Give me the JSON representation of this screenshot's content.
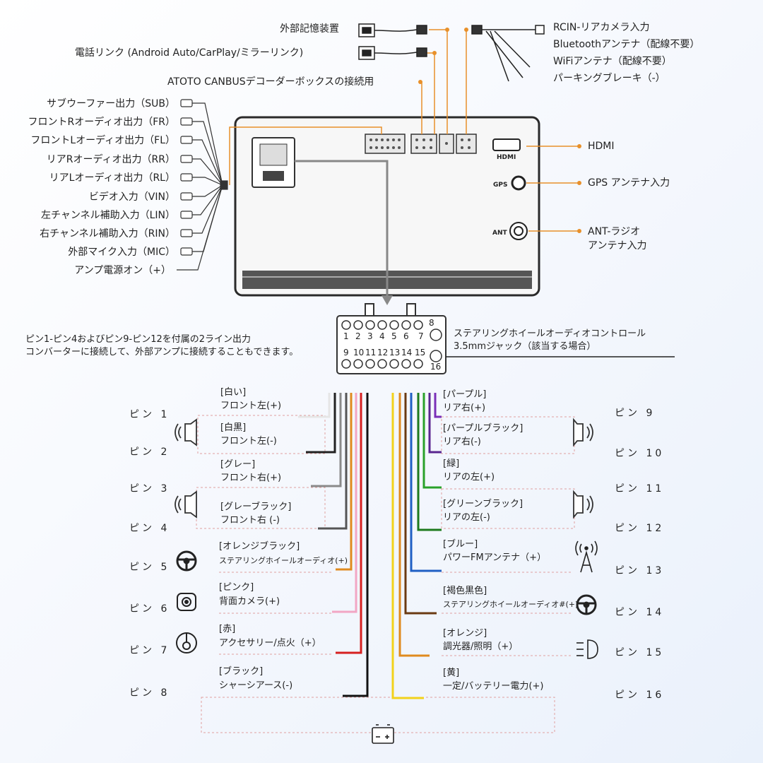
{
  "top": {
    "usb": "外部記憶装置",
    "phone_link": "電話リンク (Android Auto/CarPlay/ミラーリンク)",
    "canbus": "ATOTO CANBUSデコーダーボックスの接続用",
    "rcin": "RCIN-リアカメラ入力",
    "bt": "Bluetoothアンテナ（配線不要）",
    "wifi": "WiFiアンテナ（配線不要）",
    "parking": "パーキングブレーキ（-）"
  },
  "left_rca": [
    "サブウーファー出力（SUB）",
    "フロントRオーディオ出力（FR）",
    "フロントLオーディオ出力（FL）",
    "リアRオーディオ出力（RR）",
    "リアLオーディオ出力（RL）",
    "ビデオ入力（VIN）",
    "左チャンネル補助入力（LIN）",
    "右チャンネル補助入力（RIN）",
    "外部マイク入力（MIC）",
    "アンプ電源オン（+）"
  ],
  "right_ports": {
    "hdmi_label": "HDMI",
    "hdmi_icon_text": "HDMI",
    "gps_label": "GPS アンテナ入力",
    "gps_icon_text": "GPS",
    "ant_label_1": "ANT-ラジオ",
    "ant_label_2": "アンテナ入力",
    "ant_icon_text": "ANT"
  },
  "connector": {
    "note_1": "ピン1-ピン4およびピン9-ピン12を付属の2ライン出力",
    "note_2": "コンバーターに接続して、外部アンプに接続することもできます。",
    "swc_1": "ステアリングホイールオーディオコントロール",
    "swc_2": "3.5mmジャック（該当する場合）",
    "top_nums": [
      "1",
      "2",
      "3",
      "4",
      "5",
      "6",
      "7",
      "8"
    ],
    "bottom_nums": [
      "9",
      "10",
      "11",
      "12",
      "13",
      "14",
      "15",
      "16"
    ]
  },
  "pins_left": [
    {
      "pin": "ピン 1",
      "c1": "[白い]",
      "c2": "フロント左(+)",
      "color": "#e6e6e6"
    },
    {
      "pin": "ピン 2",
      "c1": "[白黒]",
      "c2": "フロント左(-)",
      "color": "#222222"
    },
    {
      "pin": "ピン 3",
      "c1": "[グレー]",
      "c2": "フロント右(+)",
      "color": "#8a8a8a"
    },
    {
      "pin": "ピン 4",
      "c1": "[グレーブラック]",
      "c2": "フロント右 (-)",
      "color": "#555555"
    },
    {
      "pin": "ピン 5",
      "c1": "[オレンジブラック]",
      "c2": "ステアリングホイールオーディオ(+)",
      "color": "#e08a1e"
    },
    {
      "pin": "ピン 6",
      "c1": "[ピンク]",
      "c2": "背面カメラ(+)",
      "color": "#f2a6c4"
    },
    {
      "pin": "ピン 7",
      "c1": "[赤]",
      "c2": "アクセサリー/点火（+）",
      "color": "#d62020"
    },
    {
      "pin": "ピン 8",
      "c1": "[ブラック]",
      "c2": "シャーシアース(-)",
      "color": "#111111"
    }
  ],
  "pins_right": [
    {
      "pin": "ピン 9",
      "c1": "[パープル]",
      "c2": "リア右(+)",
      "color": "#7a2fb8"
    },
    {
      "pin": "ピン 10",
      "c1": "[パープルブラック]",
      "c2": "リア右(-)",
      "color": "#5a2590"
    },
    {
      "pin": "ピン 11",
      "c1": "[緑]",
      "c2": "リアの左(+)",
      "color": "#2aa12a"
    },
    {
      "pin": "ピン 12",
      "c1": "[グリーンブラック]",
      "c2": "リアの左(-)",
      "color": "#1d7a1d"
    },
    {
      "pin": "ピン 13",
      "c1": "[ブルー]",
      "c2": "パワーFMアンテナ（+）",
      "color": "#1f5fc4"
    },
    {
      "pin": "ピン 14",
      "c1": "[褐色黒色]",
      "c2": "ステアリングホイールオーディオ#(+)",
      "color": "#6b3a12"
    },
    {
      "pin": "ピン 15",
      "c1": "[オレンジ]",
      "c2": "調光器/照明（+）",
      "color": "#e08a1e"
    },
    {
      "pin": "ピン 16",
      "c1": "[黄]",
      "c2": "一定/バッテリー電力(+)",
      "color": "#f2d21a"
    }
  ],
  "accent_orange": "#e8902a"
}
